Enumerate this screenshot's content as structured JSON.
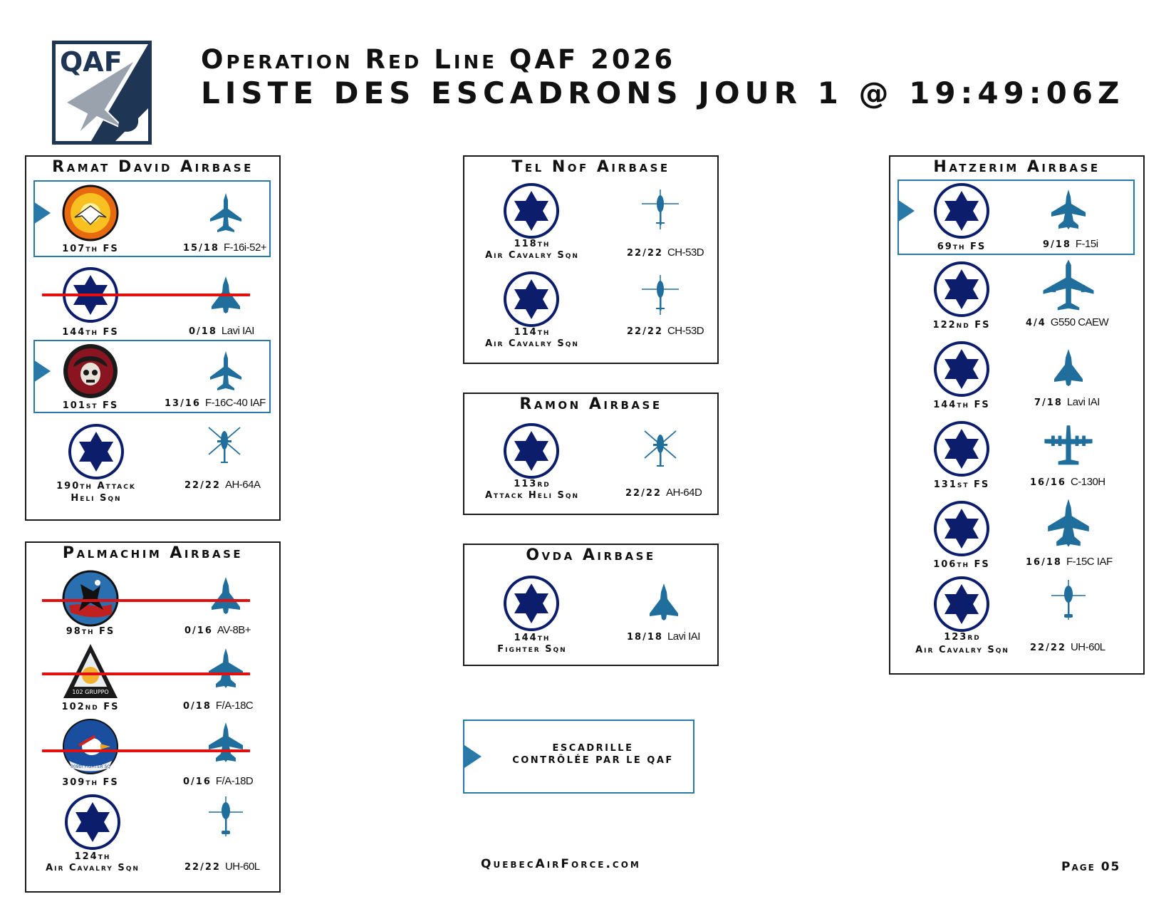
{
  "header": {
    "logo_text": "QAF",
    "title_line1": "Operation Red Line QAF 2026",
    "title_line2": "LISTE DES ESCADRONS JOUR 1 @ 19:49:06Z"
  },
  "colors": {
    "accent": "#2878a8",
    "plane": "#1f6e9c",
    "roundel": "#0b1d6b",
    "strike": "#e01010"
  },
  "airbases": {
    "ramat_david": {
      "title": "Ramat David Airbase",
      "squadrons": [
        {
          "name": "107th FS",
          "count": "15/18",
          "type": "F-16i-52+",
          "badge": "phoenix-emblem-icon",
          "controlled": true,
          "destroyed": false
        },
        {
          "name": "144th FS",
          "count": "0/18",
          "type": "Lavi IAI",
          "badge": "star-of-david-roundel-icon",
          "controlled": false,
          "destroyed": true
        },
        {
          "name": "101st FS",
          "count": "13/16",
          "type": "F-16C-40 IAF",
          "badge": "skull-emblem-icon",
          "controlled": true,
          "destroyed": false
        },
        {
          "name": "190th Attack",
          "name2": "Heli Sqn",
          "count": "22/22",
          "type": "AH-64A",
          "badge": "star-of-david-roundel-icon",
          "controlled": false,
          "destroyed": false
        }
      ]
    },
    "palmachim": {
      "title": "Palmachim Airbase",
      "squadrons": [
        {
          "name": "98th FS",
          "count": "0/16",
          "type": "AV-8B+",
          "badge": "eagle-emblem-icon",
          "controlled": false,
          "destroyed": true
        },
        {
          "name": "102nd FS",
          "count": "0/18",
          "type": "F/A-18C",
          "badge": "triangle-emblem-icon",
          "badge_text": "102 GRUPPO",
          "controlled": false,
          "destroyed": true
        },
        {
          "name": "309th FS",
          "count": "0/16",
          "type": "F/A-18D",
          "badge": "duck-emblem-icon",
          "badge_text": "309th FIGHTER SQ",
          "controlled": false,
          "destroyed": true
        },
        {
          "name": "124th",
          "name2": "Air Cavalry Sqn",
          "count": "22/22",
          "type": "UH-60L",
          "badge": "star-of-david-roundel-icon",
          "controlled": false,
          "destroyed": false
        }
      ]
    },
    "tel_nof": {
      "title": "Tel Nof Airbase",
      "squadrons": [
        {
          "name": "118th",
          "name2": "Air Cavalry Sqn",
          "count": "22/22",
          "type": "CH-53D",
          "badge": "star-of-david-roundel-icon"
        },
        {
          "name": "114th",
          "name2": "Air Cavalry Sqn",
          "count": "22/22",
          "type": "CH-53D",
          "badge": "star-of-david-roundel-icon"
        }
      ]
    },
    "ramon": {
      "title": "Ramon Airbase",
      "squadrons": [
        {
          "name": "113rd",
          "name2": "Attack Heli Sqn",
          "count": "22/22",
          "type": "AH-64D",
          "badge": "star-of-david-roundel-icon"
        }
      ]
    },
    "ovda": {
      "title": "Ovda Airbase",
      "squadrons": [
        {
          "name": "144th",
          "name2": "Fighter Sqn",
          "count": "18/18",
          "type": "Lavi IAI",
          "badge": "star-of-david-roundel-icon"
        }
      ]
    },
    "hatzerim": {
      "title": "Hatzerim Airbase",
      "squadrons": [
        {
          "name": "69th FS",
          "count": "9/18",
          "type": "F-15i",
          "controlled": true
        },
        {
          "name": "122nd FS",
          "count": "4/4",
          "type": "G550 CAEW"
        },
        {
          "name": "144th FS",
          "count": "7/18",
          "type": "Lavi IAI"
        },
        {
          "name": "131st FS",
          "count": "16/16",
          "type": "C-130H"
        },
        {
          "name": "106th FS",
          "count": "16/18",
          "type": "F-15C IAF"
        },
        {
          "name": "123rd",
          "name2": "Air Cavalry Sqn",
          "count": "22/22",
          "type": "UH-60L"
        }
      ]
    }
  },
  "legend": {
    "text": "ESCADRILLE\nCONTRÔLÉE PAR LE QAF"
  },
  "footer": {
    "site": "QuebecAirForce.com",
    "page": "Page 05"
  }
}
